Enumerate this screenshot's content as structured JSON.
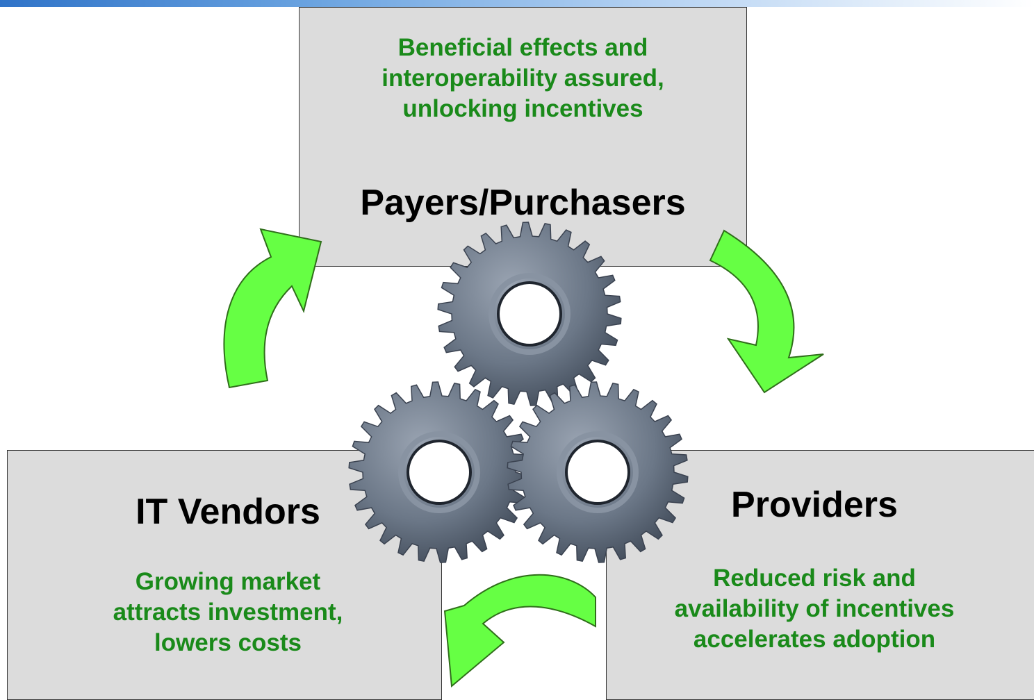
{
  "payers": {
    "title": "Payers/Purchasers",
    "lines": [
      "Beneficial effects and",
      "interoperability assured,",
      "unlocking incentives"
    ]
  },
  "vendors": {
    "title": "IT Vendors",
    "lines": [
      "Growing market",
      "attracts investment,",
      "lowers costs"
    ]
  },
  "providers": {
    "title": "Providers",
    "lines": [
      "Reduced risk and",
      "availability of incentives",
      "accelerates adoption"
    ]
  },
  "colors": {
    "box_fill": "#dcdcdc",
    "note_text": "#1a8a1a",
    "arrow_fill": "#66ff44",
    "gear_fill": "#6b7787"
  },
  "icons": [
    "gear-icon",
    "cycle-arrow-icon"
  ]
}
